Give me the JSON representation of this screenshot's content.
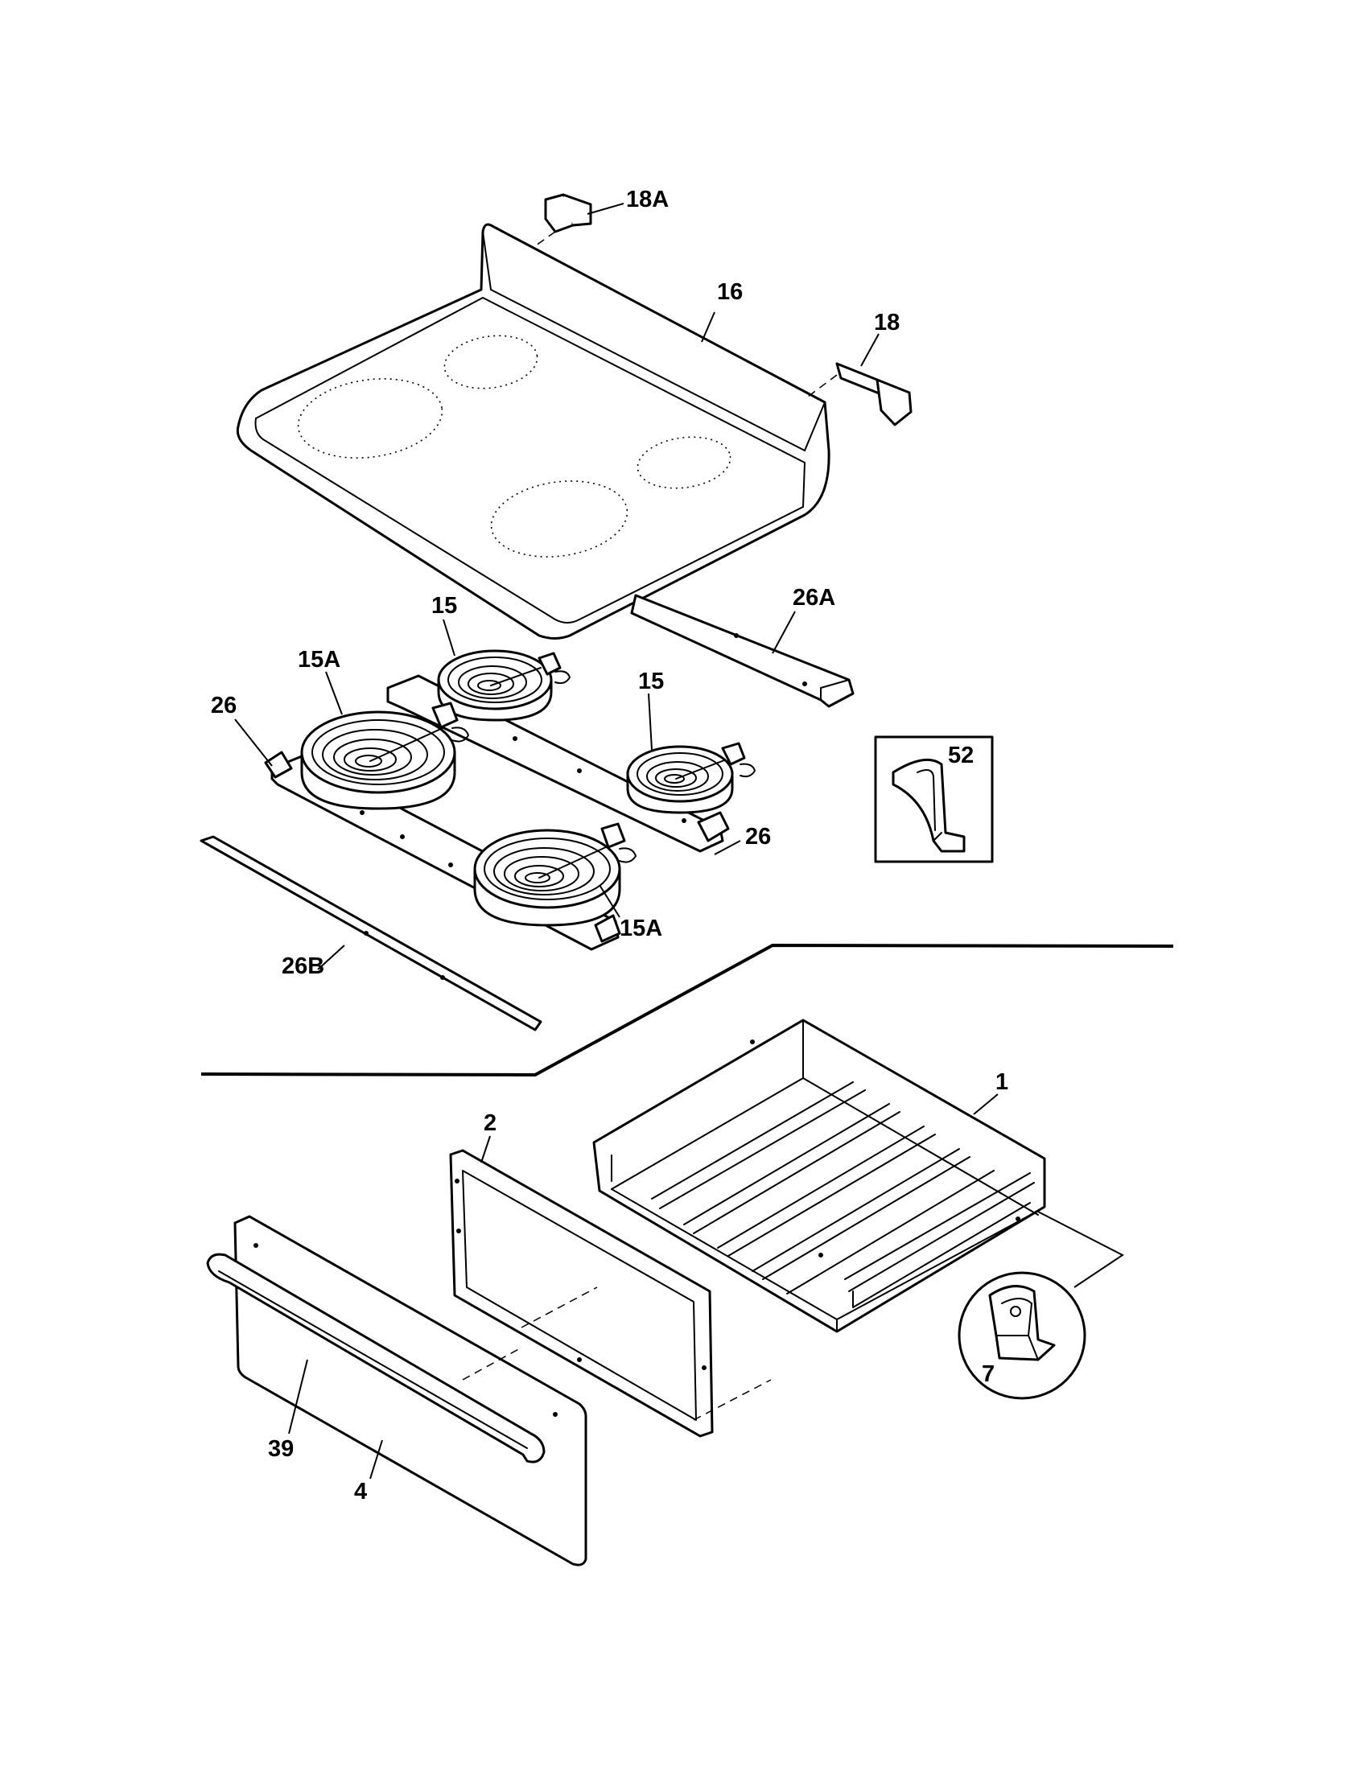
{
  "callouts": {
    "c18a": "18A",
    "c16": "16",
    "c18": "18",
    "c26a": "26A",
    "c15_top": "15",
    "c15a_left": "15A",
    "c15_right": "15",
    "c52": "52",
    "c26_left": "26",
    "c26_right": "26",
    "c15a_bottom": "15A",
    "c26b": "26B",
    "c1": "1",
    "c2": "2",
    "c7": "7",
    "c39": "39",
    "c4": "4"
  }
}
